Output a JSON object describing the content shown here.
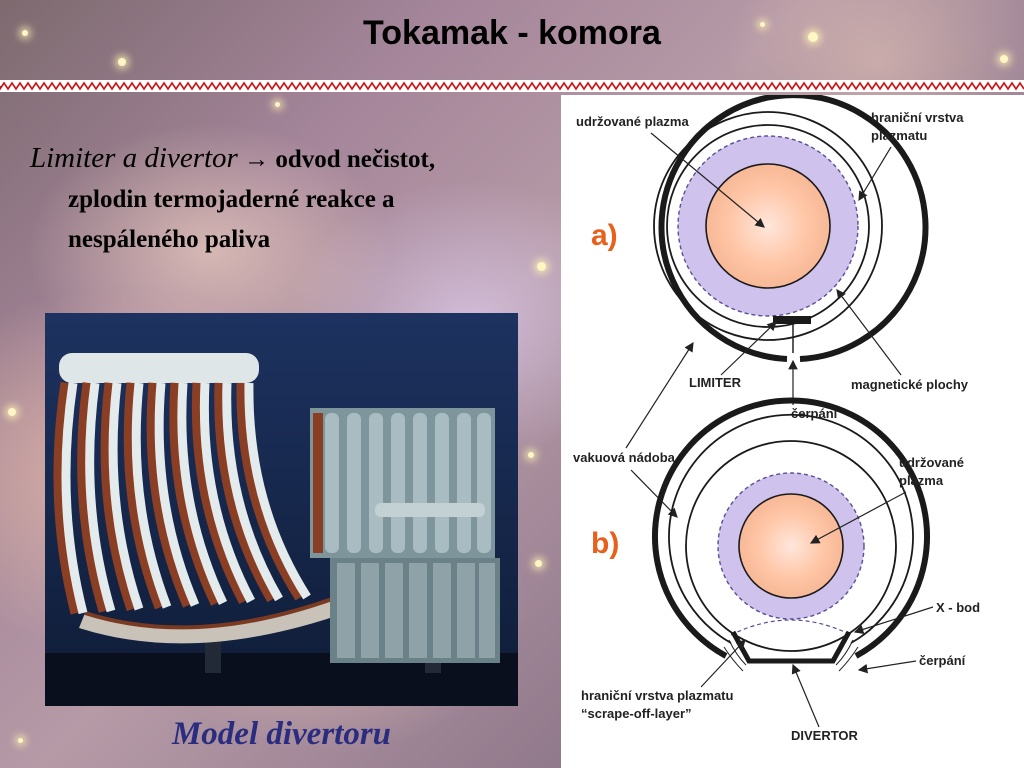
{
  "slide": {
    "title": "Tokamak - komora",
    "bullet": {
      "lead": "Limiter a divertor",
      "arrow": "→",
      "line1": "odvod nečistot,",
      "line2": "zplodin termojaderné reakce a",
      "line3": "nespáleného paliva"
    },
    "caption": "Model divertoru"
  },
  "diagram": {
    "a": {
      "label": "a)",
      "udrzovane_plazma": "udržované plazma",
      "hranicni_1": "hraniční vrstva",
      "hranicni_2": "plazmatu",
      "limiter": "LIMITER",
      "magneticke": "magnetické plochy",
      "cerpani": "čerpání",
      "vakuova": "vakuová nádoba"
    },
    "b": {
      "label": "b)",
      "udrzovane_1": "udržované",
      "udrzovane_2": "plazma",
      "x_bod": "X - bod",
      "cerpani": "čerpání",
      "sol_1": "hraniční vrstva plazmatu",
      "sol_2": "“scrape-off-layer”",
      "divertor": "DIVERTOR"
    }
  },
  "colors": {
    "caption": "#2a2c80",
    "label_orange": "#e8601c",
    "plasma_halo": "#c9b8e8",
    "plasma_core": "#ffb890",
    "photo_bg": "#1c2f58"
  }
}
